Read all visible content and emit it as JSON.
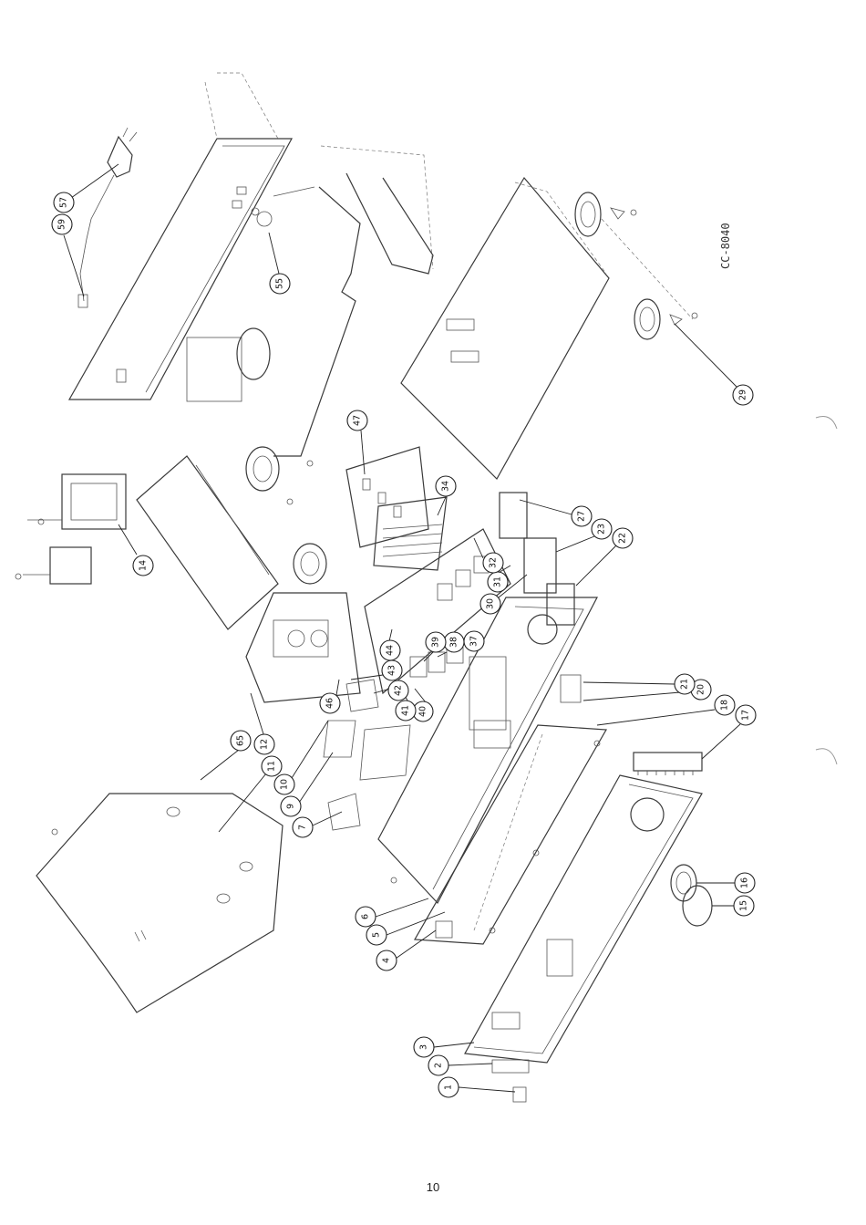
{
  "model_label": "CC-8040",
  "page_number": "10",
  "callouts": [
    {
      "label": "1"
    },
    {
      "label": "2"
    },
    {
      "label": "3"
    },
    {
      "label": "4"
    },
    {
      "label": "5"
    },
    {
      "label": "6"
    },
    {
      "label": "7"
    },
    {
      "label": "9"
    },
    {
      "label": "10"
    },
    {
      "label": "11"
    },
    {
      "label": "12"
    },
    {
      "label": "14"
    },
    {
      "label": "15"
    },
    {
      "label": "16"
    },
    {
      "label": "17"
    },
    {
      "label": "18"
    },
    {
      "label": "20"
    },
    {
      "label": "21"
    },
    {
      "label": "22"
    },
    {
      "label": "23"
    },
    {
      "label": "27"
    },
    {
      "label": "29"
    },
    {
      "label": "30"
    },
    {
      "label": "31"
    },
    {
      "label": "32"
    },
    {
      "label": "34"
    },
    {
      "label": "37"
    },
    {
      "label": "38"
    },
    {
      "label": "39"
    },
    {
      "label": "40"
    },
    {
      "label": "41"
    },
    {
      "label": "42"
    },
    {
      "label": "43"
    },
    {
      "label": "44"
    },
    {
      "label": "46"
    },
    {
      "label": "47"
    },
    {
      "label": "55"
    },
    {
      "label": "57"
    },
    {
      "label": "59"
    },
    {
      "label": "65"
    }
  ]
}
